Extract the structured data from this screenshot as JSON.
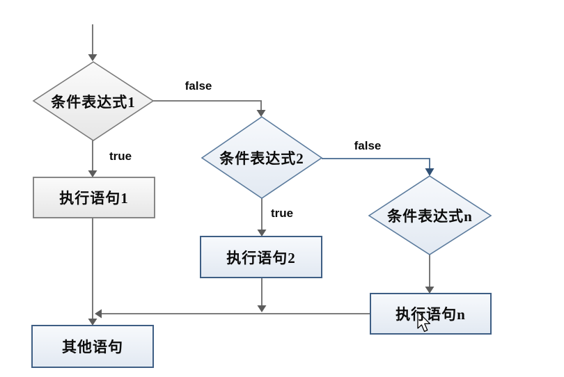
{
  "nodes": {
    "cond1": {
      "label": "条件表达式1",
      "type": "decision"
    },
    "stmt1": {
      "label": "执行语句1",
      "type": "process"
    },
    "cond2": {
      "label": "条件表达式2",
      "type": "decision"
    },
    "stmt2": {
      "label": "执行语句2",
      "type": "process"
    },
    "condn": {
      "label": "条件表达式n",
      "type": "decision"
    },
    "stmtn": {
      "label": "执行语句n",
      "type": "process"
    },
    "other": {
      "label": "其他语句",
      "type": "process"
    }
  },
  "edges": {
    "cond1_false": {
      "label": "false"
    },
    "cond1_true": {
      "label": "true"
    },
    "cond2_false": {
      "label": "false"
    },
    "cond2_true": {
      "label": "true"
    }
  },
  "icons": {
    "cursor": "mouse-pointer-icon"
  },
  "colors": {
    "background": "#ffffff",
    "gray_node_border": "#7a7a7a",
    "gray_node_fill_top": "#fbfbfb",
    "gray_node_fill_bottom": "#e6e6e6",
    "blue_decision_border": "#5b7b9d",
    "blue_process_border": "#3e5e84",
    "blue_node_fill_top": "#f7f9fc",
    "blue_node_fill_bottom": "#e2e9f2",
    "connector_gray": "#696969",
    "connector_blue": "#44688e",
    "arrowhead_gray": "#5c5c5c",
    "arrowhead_blue": "#2f4f74",
    "label_text": "#0b0b0b"
  }
}
